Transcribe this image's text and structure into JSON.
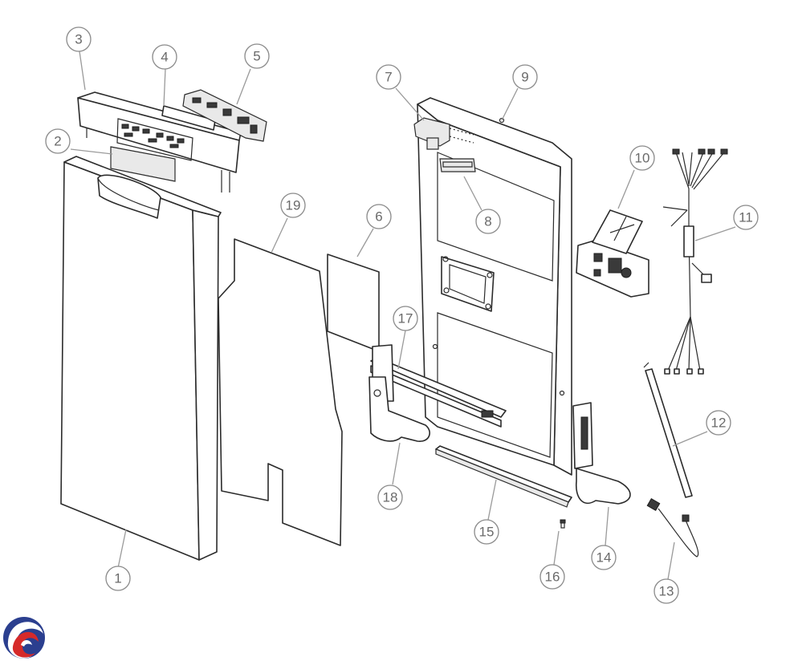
{
  "callouts": [
    {
      "id": "1",
      "label": "1"
    },
    {
      "id": "2",
      "label": "2"
    },
    {
      "id": "3",
      "label": "3"
    },
    {
      "id": "4",
      "label": "4"
    },
    {
      "id": "5",
      "label": "5"
    },
    {
      "id": "6",
      "label": "6"
    },
    {
      "id": "7",
      "label": "7"
    },
    {
      "id": "8",
      "label": "8"
    },
    {
      "id": "9",
      "label": "9"
    },
    {
      "id": "10",
      "label": "10"
    },
    {
      "id": "11",
      "label": "11"
    },
    {
      "id": "12",
      "label": "12"
    },
    {
      "id": "13",
      "label": "13"
    },
    {
      "id": "14",
      "label": "14"
    },
    {
      "id": "15",
      "label": "15"
    },
    {
      "id": "16",
      "label": "16"
    },
    {
      "id": "17",
      "label": "17"
    },
    {
      "id": "18",
      "label": "18"
    },
    {
      "id": "19",
      "label": "19"
    }
  ],
  "logo": {
    "icon": "swirl-logo-icon",
    "colors": [
      "#2b3f8f",
      "#d62a2a"
    ]
  }
}
